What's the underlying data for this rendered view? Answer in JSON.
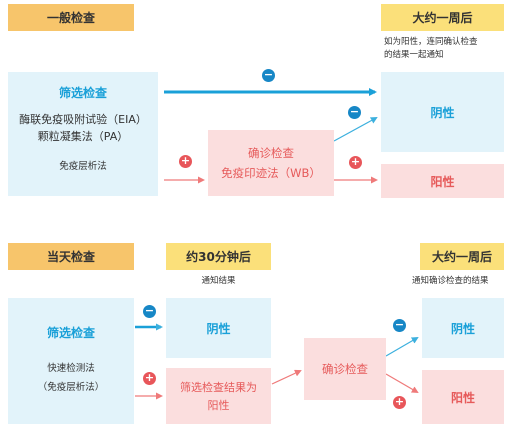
{
  "top": {
    "header_left": "一般检查",
    "header_right": "大约一周后",
    "note_right_line1": "如为阳性，连同确认检查",
    "note_right_line2": "的结果一起通知",
    "screening_title": "筛选检查",
    "screening_method1": "酶联免疫吸附试验（EIA）",
    "screening_method2": "颗粒凝集法（PA）",
    "screening_method3": "免疫层析法",
    "confirm_title": "确诊检查",
    "confirm_method": "免疫印迹法（WB）",
    "result_negative": "阴性",
    "result_positive": "阳性",
    "minus_symbol": "−",
    "plus_symbol": "+"
  },
  "bottom": {
    "header_left": "当天检查",
    "header_mid": "约30分钟后",
    "header_right": "大约一周后",
    "note_mid": "通知结果",
    "note_right": "通知确诊检查的结果",
    "screening_title": "筛选检查",
    "screening_method1": "快速检测法",
    "screening_method2": "（免疫层析法）",
    "result_negative_mid": "阴性",
    "result_positive_mid_line1": "筛选检查结果为",
    "result_positive_mid_line2": "阳性",
    "confirm_title": "确诊检查",
    "result_negative_right": "阴性",
    "result_positive_right": "阳性",
    "minus_symbol": "−",
    "plus_symbol": "+"
  },
  "colors": {
    "header_yellow": "#fbe07a",
    "header_orange": "#f7c56b",
    "blue_box": "#e2f3fa",
    "pink_box": "#fbdede",
    "blue_text": "#1aa0d8",
    "pink_text": "#e65a5a",
    "minus_circle": "#1787c6",
    "plus_circle": "#e8565a"
  }
}
